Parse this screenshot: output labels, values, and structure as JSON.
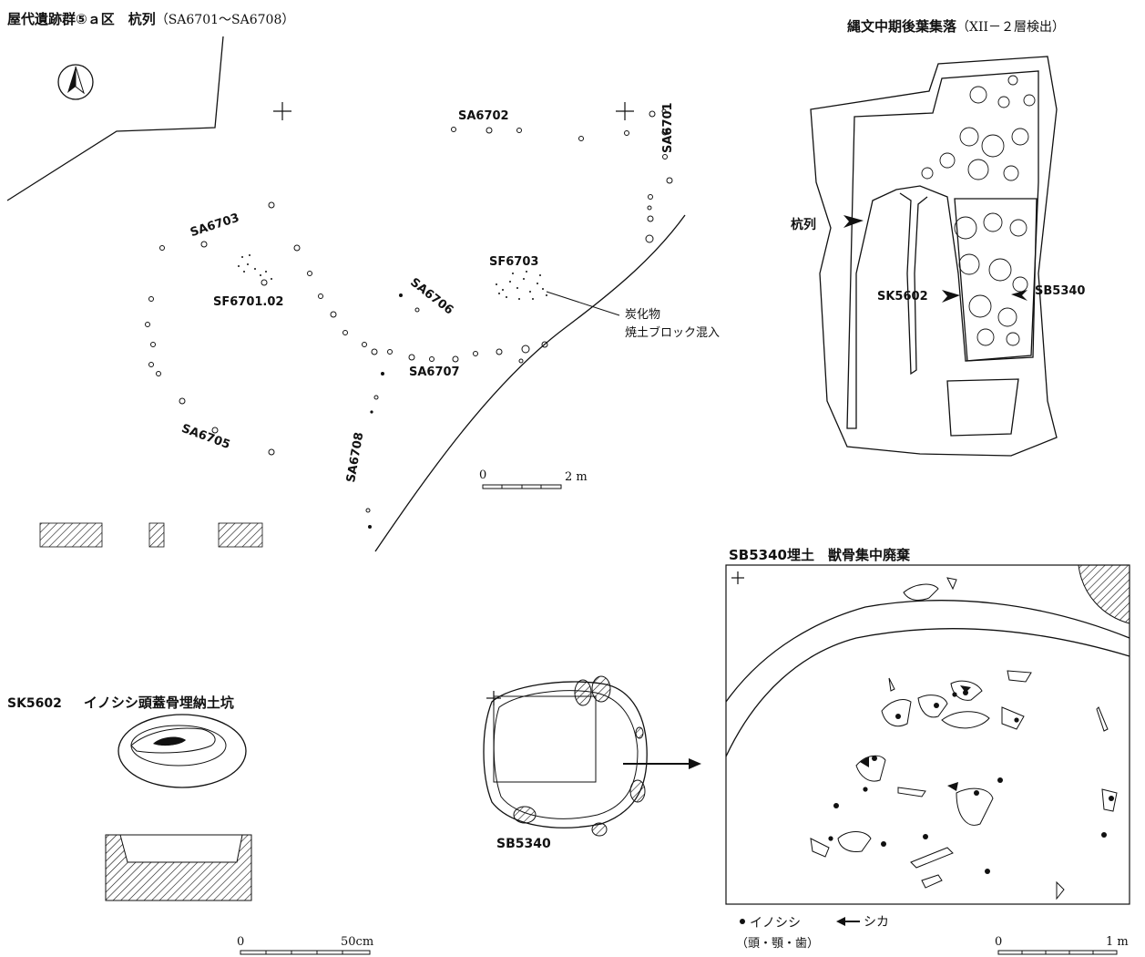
{
  "header": {
    "left_title": "屋代遺跡群⑤ａ区　杭列",
    "left_sub": "（SA6701～SA6708）",
    "right_title": "縄文中期後葉集落",
    "right_sub": "（XII－２層検出）"
  },
  "post_rows": {
    "sa6701": "SA6701",
    "sa6702": "SA6702",
    "sa6703": "SA6703",
    "sa6705": "SA6705",
    "sa6706": "SA6706",
    "sa6707": "SA6707",
    "sa6708": "SA6708"
  },
  "features": {
    "sf6701": "SF6701.02",
    "sf6703": "SF6703",
    "note_line1": "炭化物",
    "note_line2": "焼土ブロック混入"
  },
  "scales": {
    "main_zero": "0",
    "main_end": "2 m",
    "pit_zero": "0",
    "pit_end": "50cm",
    "bone_zero": "0",
    "bone_end": "1 m"
  },
  "settlement": {
    "kuiretsu": "杭列",
    "sk5602": "SK5602",
    "sb5340": "SB5340"
  },
  "pit": {
    "code": "SK5602",
    "desc": "イノシシ頭蓋骨埋納土坑"
  },
  "house": {
    "label": "SB5340"
  },
  "bones": {
    "title": "SB5340埋土　獣骨集中廃棄",
    "legend_boar": "イノシシ",
    "legend_boar_parts": "（頭・顎・歯）",
    "legend_deer": "シカ"
  }
}
